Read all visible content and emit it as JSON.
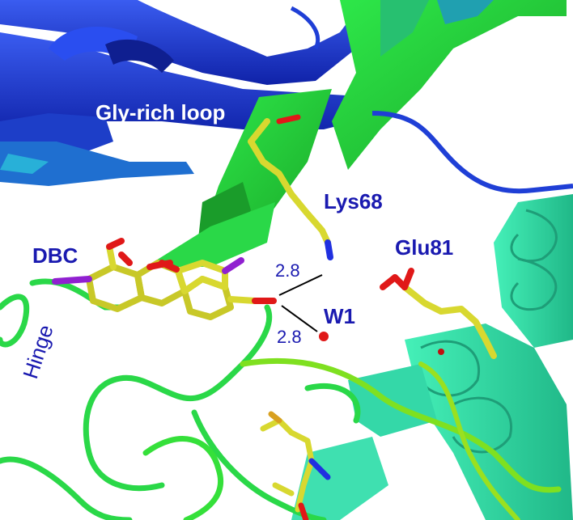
{
  "figure": {
    "labels": {
      "gly_rich_loop": "Gly-rich loop",
      "lys68": "Lys68",
      "glu81": "Glu81",
      "dbc": "DBC",
      "hinge": "Hinge",
      "w1": "W1"
    },
    "distances": {
      "d1": "2.8",
      "d2": "2.8"
    },
    "colors": {
      "ribbon_blue": "#1f3fd6",
      "ribbon_cyan": "#2aa6c9",
      "ribbon_green": "#35e03a",
      "ribbon_mint": "#3fe0b0",
      "ribbon_lime": "#7fe020",
      "carbon_yellow": "#d8d830",
      "oxygen_red": "#e01818",
      "nitrogen_blue": "#2030e0",
      "halogen_purple": "#9020d0",
      "sulfur_orange": "#d8a020"
    }
  }
}
